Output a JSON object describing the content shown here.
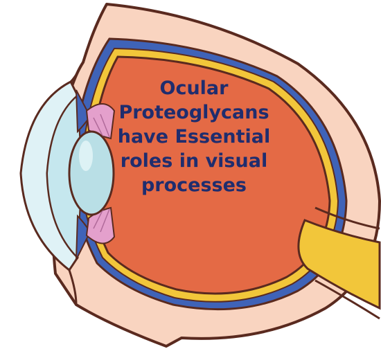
{
  "caption": {
    "lines": [
      "Ocular",
      "Proteoglycans",
      "have Essential",
      "roles in visual",
      "processes"
    ]
  },
  "colors": {
    "sclera": "#f9d4c0",
    "outline": "#5a2a1f",
    "choroid": "#3f63b8",
    "retina": "#f2c63a",
    "vitreous": "#e46a45",
    "lens": "#b9dfe6",
    "ciliary": "#e4a0cc",
    "text": "#1f2d6e"
  }
}
